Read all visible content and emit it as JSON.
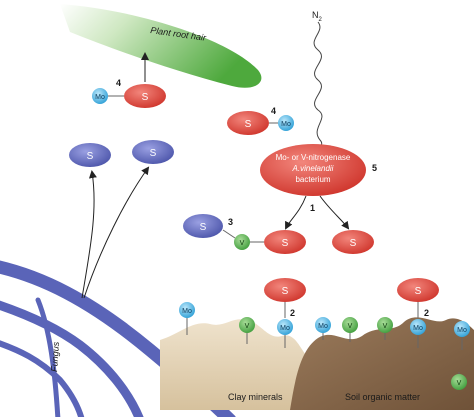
{
  "labels": {
    "root_hair": "Plant root hair",
    "n2": "N",
    "n2_sub": "2",
    "enzyme_line1": "Mo- or V-nitrogenase",
    "enzyme_line2": "A.vinelandii",
    "enzyme_line3": "bacterium",
    "fungus": "Fungus",
    "clay": "Clay minerals",
    "som": "Soil organic matter"
  },
  "steps": {
    "s1": "1",
    "s2": "2",
    "s3": "3",
    "s4": "4",
    "s5": "5"
  },
  "molecules": {
    "siderophore": "S",
    "molybdenum": "Mo",
    "vanadium": "V"
  },
  "colors": {
    "siderophore_red": "#d9463c",
    "siderophore_blue": "#5b63b5",
    "mo_cyan": "#3aaee0",
    "v_green": "#4fae4a",
    "root_green": "#5fb04a",
    "fungus_blue": "#5a64b8",
    "clay_tan": "#e3d2b5",
    "som_brown": "#8a6a4d"
  }
}
